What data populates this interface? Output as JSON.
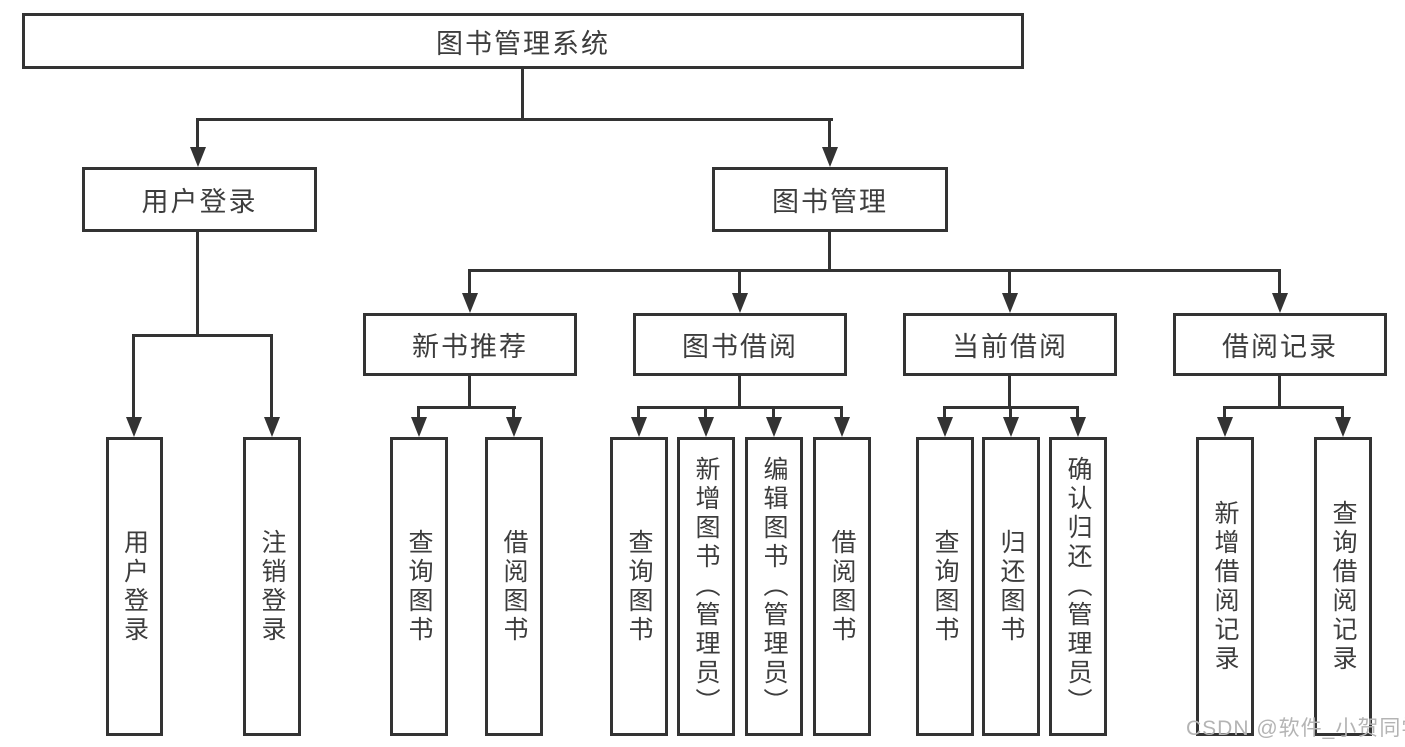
{
  "diagram": {
    "root": "图书管理系统",
    "login": {
      "label": "用户登录",
      "leaves": [
        "用户登录",
        "注销登录"
      ]
    },
    "management": {
      "label": "图书管理",
      "groups": [
        {
          "label": "新书推荐",
          "leaves": [
            "查询图书",
            "借阅图书"
          ]
        },
        {
          "label": "图书借阅",
          "leaves": [
            "查询图书",
            "新增图书（管理员）",
            "编辑图书（管理员）",
            "借阅图书"
          ]
        },
        {
          "label": "当前借阅",
          "leaves": [
            "查询图书",
            "归还图书",
            "确认归还（管理员）"
          ]
        },
        {
          "label": "借阅记录",
          "leaves": [
            "新增借阅记录",
            "查询借阅记录"
          ]
        }
      ]
    }
  },
  "watermark": "CSDN @软件_小贺同学",
  "colors": {
    "line": "#333333",
    "text": "#3d3d3d",
    "background": "#ffffff",
    "watermark": "#b4b4b4"
  }
}
